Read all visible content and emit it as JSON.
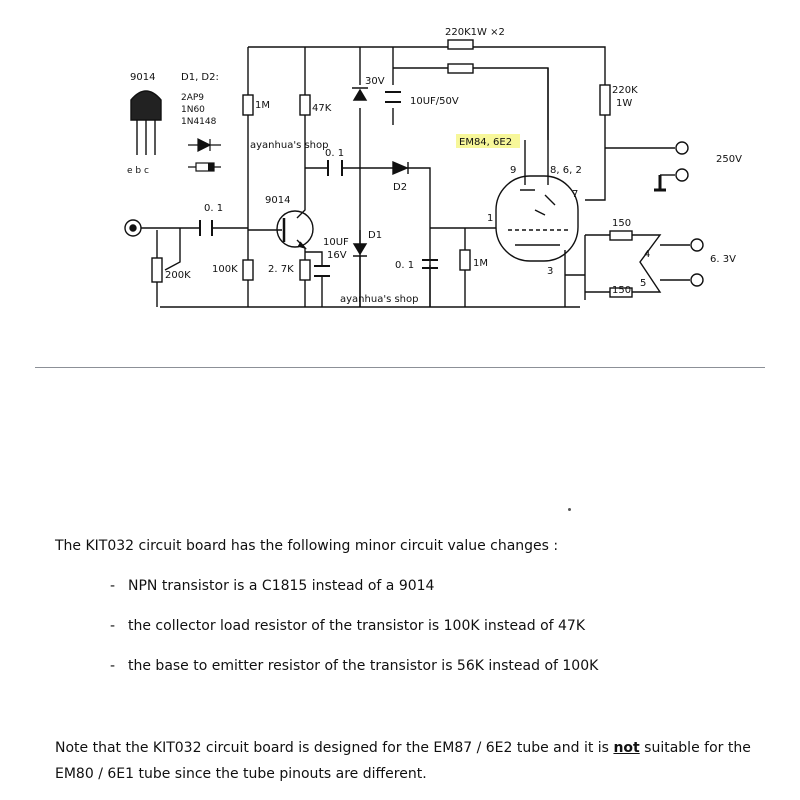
{
  "schematic": {
    "watermarks": [
      "ayanhua's shop",
      "ayanhua's shop"
    ],
    "legend": {
      "transistor_title": "9014",
      "pin_labels": "e b c",
      "diode_title": "D1, D2:",
      "diode_types": [
        "2AP9",
        "1N60",
        "1N4148"
      ]
    },
    "labels": {
      "r_top": "220K1W ×2",
      "r_1m_top": "1M",
      "r_47k": "47K",
      "zener": "30V",
      "cap_top": "10UF/50V",
      "tube_name": "EM84, 6E2",
      "r_220k": "220K",
      "r_220k_w": "1W",
      "supply_hv": "250V",
      "cap_coupling": "0. 1",
      "d2": "D2",
      "pin9": "9",
      "pins862": "8, 6, 2",
      "pin7": "7",
      "pin1": "1",
      "q1": "9014",
      "input_cap": "0. 1",
      "d1": "D1",
      "emitter_cap": "10UF",
      "emitter_cap_v": "16V",
      "filter_cap": "0. 1",
      "r_1m_bottom": "1M",
      "r_100k": "100K",
      "r_27k": "2. 7K",
      "pot": "200K",
      "pin3": "3",
      "r150a": "150",
      "r150b": "150",
      "pin4": "4",
      "pin5": "5",
      "supply_heater": "6. 3V"
    }
  },
  "notes": {
    "intro": "The KIT032 circuit board has the following minor circuit value changes :",
    "items": [
      "NPN transistor is a C1815 instead of a 9014",
      "the collector load resistor of the transistor is 100K instead of 47K",
      "the base to emitter resistor of the transistor is 56K instead of 100K"
    ],
    "bullet": "-",
    "final_before": "Note that the KIT032 circuit board is designed for the EM87 / 6E2 tube and it is ",
    "final_emphasis": "not",
    "final_after": " suitable for the EM80 / 6E1 tube since the tube pinouts are different."
  }
}
